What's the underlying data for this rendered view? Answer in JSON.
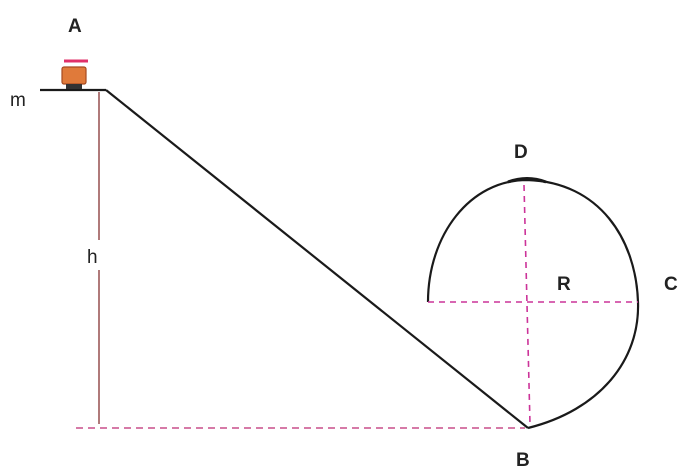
{
  "labels": {
    "A": "A",
    "m": "m",
    "h": "h",
    "D": "D",
    "R": "R",
    "C": "C",
    "B": "B"
  },
  "colors": {
    "track": "#1a1a1a",
    "height_line": "#b07a7a",
    "dashed_magenta": "#cc3399",
    "ground_dash": "#c94f8a",
    "cart_body": "#e07a3a",
    "cart_arrow": "#e0306a"
  }
}
